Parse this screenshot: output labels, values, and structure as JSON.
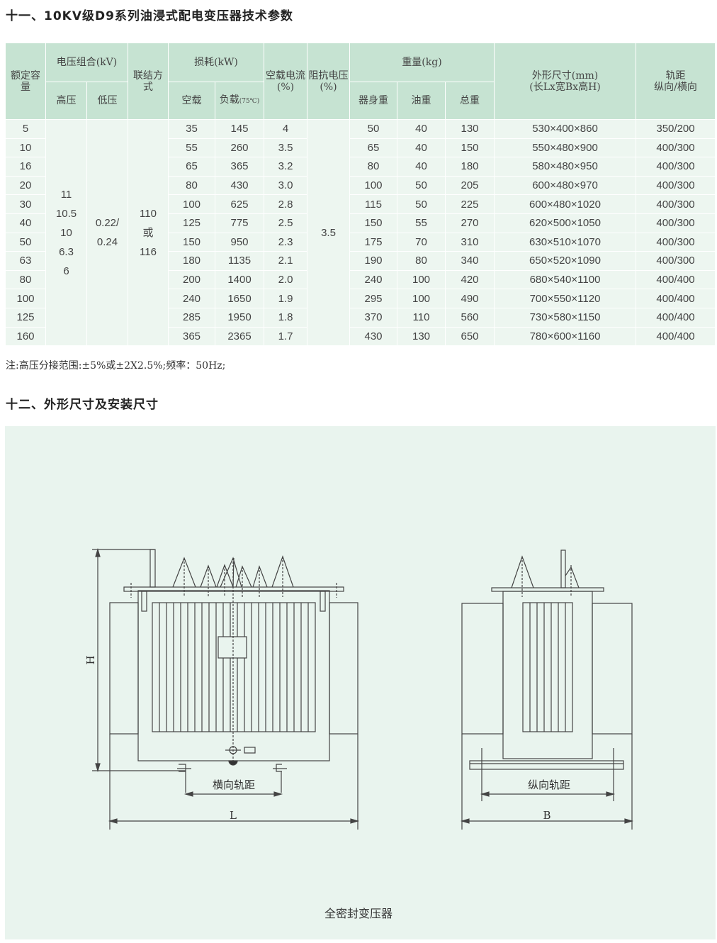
{
  "section1_title": "十一、10KV级D9系列油浸式配电变压器技术参数",
  "section2_title": "十二、外形尺寸及安装尺寸",
  "table": {
    "headers": {
      "capacity": "额定容量",
      "voltage": "电压组合(kV)",
      "hv": "高压",
      "lv": "低压",
      "connection": "联结方式",
      "loss": "损耗(kW)",
      "noload": "空载",
      "load": "负载",
      "load_temp": "(75℃)",
      "current": "空载电流(%)",
      "impedance": "阻抗电压(%)",
      "weight": "重量(kg)",
      "body": "器身重",
      "oil": "油重",
      "total": "总重",
      "dims": "外形尺寸(mm)",
      "dims_sub": "(长Lx宽Bx高H)",
      "gauge": "轨距",
      "gauge_sub": "纵向/横向"
    },
    "merged": {
      "hv": [
        "11",
        "10.5",
        "10",
        "6.3",
        "6"
      ],
      "lv": [
        "0.22/",
        "0.24"
      ],
      "connection": [
        "110",
        "或",
        "116"
      ],
      "impedance": "3.5"
    },
    "rows": [
      [
        "5",
        "35",
        "145",
        "4",
        "50",
        "40",
        "130",
        "530×400×860",
        "350/200"
      ],
      [
        "10",
        "55",
        "260",
        "3.5",
        "65",
        "40",
        "150",
        "550×480×900",
        "400/300"
      ],
      [
        "16",
        "65",
        "365",
        "3.2",
        "80",
        "40",
        "180",
        "580×480×950",
        "400/300"
      ],
      [
        "20",
        "80",
        "430",
        "3.0",
        "100",
        "50",
        "205",
        "600×480×970",
        "400/300"
      ],
      [
        "30",
        "100",
        "625",
        "2.8",
        "115",
        "50",
        "225",
        "600×480×1020",
        "400/300"
      ],
      [
        "40",
        "125",
        "775",
        "2.5",
        "150",
        "55",
        "270",
        "620×500×1050",
        "400/300"
      ],
      [
        "50",
        "150",
        "950",
        "2.3",
        "175",
        "70",
        "310",
        "630×510×1070",
        "400/300"
      ],
      [
        "63",
        "180",
        "1135",
        "2.1",
        "190",
        "80",
        "340",
        "650×520×1090",
        "400/300"
      ],
      [
        "80",
        "200",
        "1400",
        "2.0",
        "240",
        "100",
        "420",
        "680×540×1100",
        "400/400"
      ],
      [
        "100",
        "240",
        "1650",
        "1.9",
        "295",
        "100",
        "490",
        "700×550×1120",
        "400/400"
      ],
      [
        "125",
        "285",
        "1950",
        "1.8",
        "370",
        "110",
        "560",
        "730×580×1150",
        "400/400"
      ],
      [
        "160",
        "365",
        "2365",
        "1.7",
        "430",
        "130",
        "650",
        "780×600×1160",
        "400/400"
      ]
    ]
  },
  "note": "注:高压分接范围:±5%或±2X2.5%;频率：50Hz;",
  "diagram": {
    "H": "H",
    "L": "L",
    "B": "B",
    "rail_h": "横向轨距",
    "rail_v": "纵向轨距",
    "caption": "全密封变压器"
  }
}
